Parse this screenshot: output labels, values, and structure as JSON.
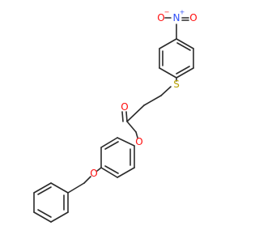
{
  "molecule": {
    "atoms": {
      "nitro_n": {
        "symbol": "N",
        "charge": "+",
        "color": "#3050F8"
      },
      "nitro_o1": {
        "symbol": "O",
        "charge": "−",
        "color": "#FF0D0D"
      },
      "nitro_o2": {
        "symbol": "O",
        "color": "#FF0D0D"
      },
      "sulfur": {
        "symbol": "S",
        "color": "#B8A000"
      },
      "carbonyl_o": {
        "symbol": "O",
        "color": "#FF0D0D"
      },
      "ester_o": {
        "symbol": "O",
        "color": "#FF0D0D"
      },
      "ether_o": {
        "symbol": "O",
        "color": "#FF0D0D"
      }
    }
  }
}
